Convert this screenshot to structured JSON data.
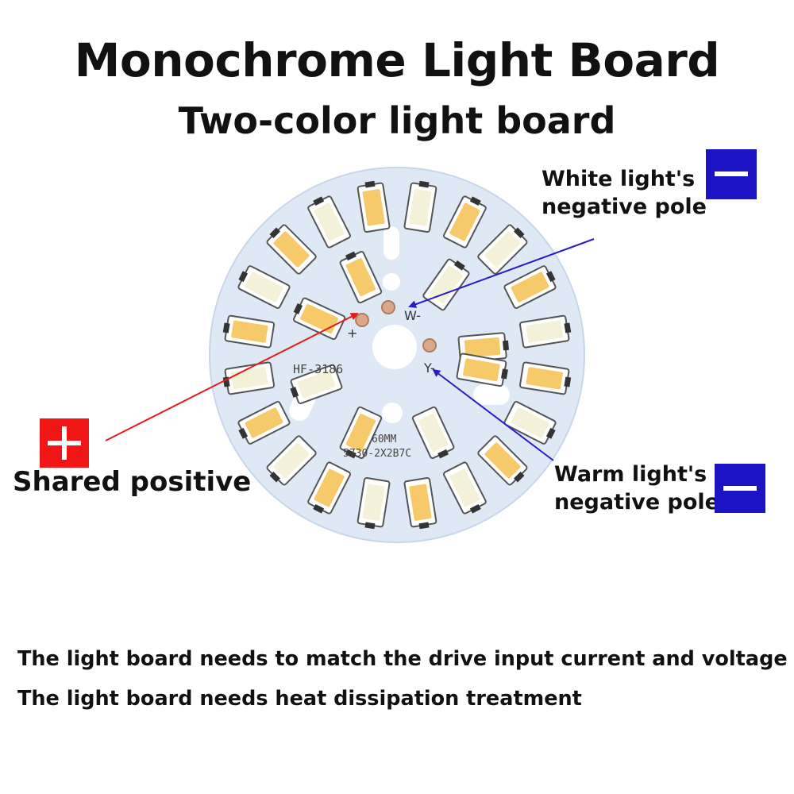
{
  "title": "Monochrome Light Board",
  "subtitle": "Two-color light board",
  "labels": {
    "white_neg_line1": "White light's",
    "white_neg_line2": "negative pole",
    "warm_neg_line1": "Warm light's",
    "warm_neg_line2": "negative pole",
    "shared_pos": "Shared positive"
  },
  "board": {
    "model": "HF-3186",
    "size": "60MM",
    "spec": "5730-2X2B7C",
    "pad_plus": "+",
    "pad_white": "W-",
    "pad_warm": "Y-"
  },
  "notes": [
    "The light board needs to match the drive input current and voltage",
    "The light board needs heat dissipation treatment"
  ],
  "colors": {
    "board": "#dfe9f6",
    "white_led": "#f4f1d9",
    "warm_led": "#f6c96a",
    "minus_sign": "#1c13c4",
    "plus_sign": "#f01616",
    "white_arrow": "#2a1cc8",
    "warm_arrow": "#2a1cc8",
    "pos_arrow": "#e61c1c"
  }
}
